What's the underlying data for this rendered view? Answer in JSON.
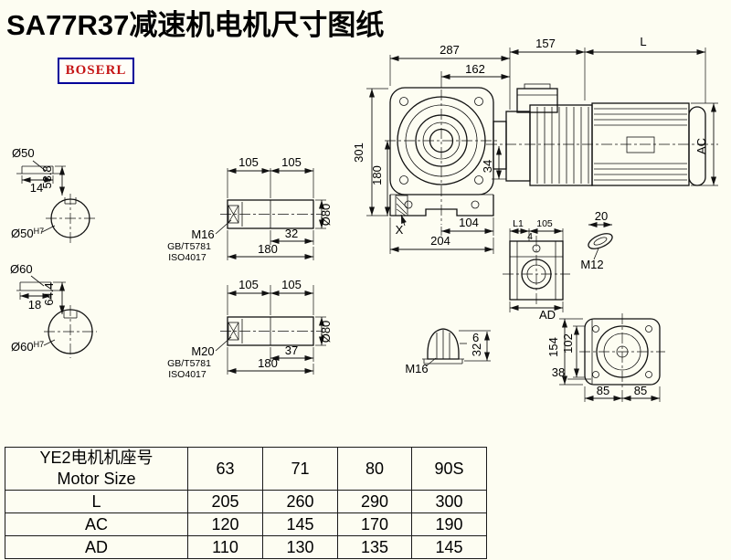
{
  "title": "SA77R37减速机电机尺寸图纸",
  "logo": "BOSERL",
  "labels": {
    "d287": "287",
    "d162": "162",
    "d157": "157",
    "dL": "L",
    "d301": "301",
    "d180_side": "180",
    "dAC": "AC",
    "d34": "34",
    "dX": "X",
    "d104": "104",
    "d204": "204",
    "s1_dia": "Ø50",
    "s1_key_w": "14",
    "s1_key_h": "53.8",
    "s1_bore": "Ø50",
    "s1_bore_tol": "H7",
    "s2_dia": "Ø60",
    "s2_key_w": "18",
    "s2_key_h": "64.4",
    "s2_bore": "Ø60",
    "s2_bore_tol": "H7",
    "m1_105a": "105",
    "m1_105b": "105",
    "m1_bolt": "M16",
    "m1_std1": "GB/T5781",
    "m1_std2": "ISO4017",
    "m1_32": "32",
    "m1_180": "180",
    "m1_dia": "Ø80",
    "m2_105a": "105",
    "m2_105b": "105",
    "m2_bolt": "M20",
    "m2_std1": "GB/T5781",
    "m2_std2": "ISO4017",
    "m2_37": "37",
    "m2_180": "180",
    "m2_dia": "Ø80",
    "va_L1": "L1",
    "va_105": "105",
    "va_4": "4",
    "va_AD": "AD",
    "vb_20": "20",
    "vb_M12": "M12",
    "vc_6": "6",
    "vc_32": "32",
    "vc_M16": "M16",
    "vd_154": "154",
    "vd_102": "102",
    "vd_38": "38",
    "vd_85a": "85",
    "vd_85b": "85"
  },
  "table": {
    "header_cn": "YE2电机机座号",
    "header_en": "Motor Size",
    "sizes": [
      "63",
      "71",
      "80",
      "90S"
    ],
    "rows": [
      {
        "label": "L",
        "values": [
          "205",
          "260",
          "290",
          "300"
        ]
      },
      {
        "label": "AC",
        "values": [
          "120",
          "145",
          "170",
          "190"
        ]
      },
      {
        "label": "AD",
        "values": [
          "110",
          "130",
          "135",
          "145"
        ]
      }
    ]
  }
}
